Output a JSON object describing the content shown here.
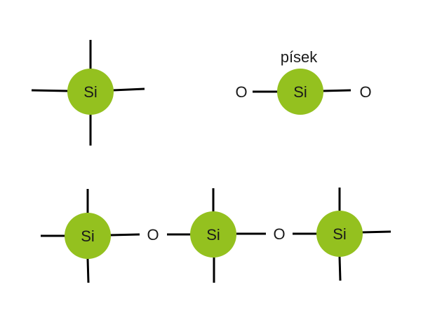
{
  "atoms": {
    "silicon_symbol": "Si",
    "oxygen_symbol": "O"
  },
  "labels": {
    "sand": "písek"
  },
  "colors": {
    "atom_fill": "#94c11f",
    "bond": "#000000",
    "text": "#1a1a1a"
  }
}
